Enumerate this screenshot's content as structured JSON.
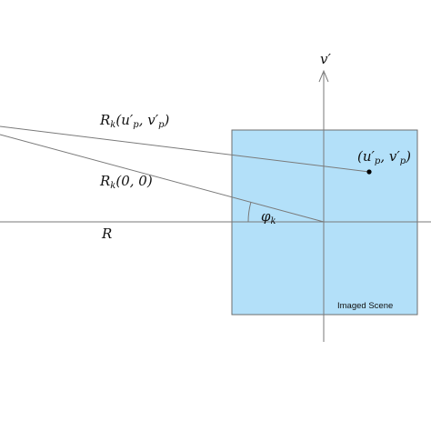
{
  "diagram": {
    "colors": {
      "scene_fill": "#b3e0f9",
      "scene_stroke": "#6e6e6e",
      "line": "#7a7a7a",
      "text": "#111111",
      "point": "#000000"
    },
    "labels": {
      "v_axis": "v′",
      "ray_top": "R",
      "ray_top_sub": "k",
      "ray_top_args": "(u′",
      "ray_top_args_sub": "p",
      "ray_top_args2": ", v′",
      "ray_top_args2_sub": "p",
      "ray_top_close": ")",
      "ray_center": "R",
      "ray_center_sub": "k",
      "ray_center_args": "(0, 0)",
      "baseline": "R",
      "angle": "φ",
      "angle_sub": "k",
      "point_open": "(u′",
      "point_sub1": "p",
      "point_mid": ", v′",
      "point_sub2": "p",
      "point_close": ")",
      "scene": "Imaged Scene"
    }
  }
}
